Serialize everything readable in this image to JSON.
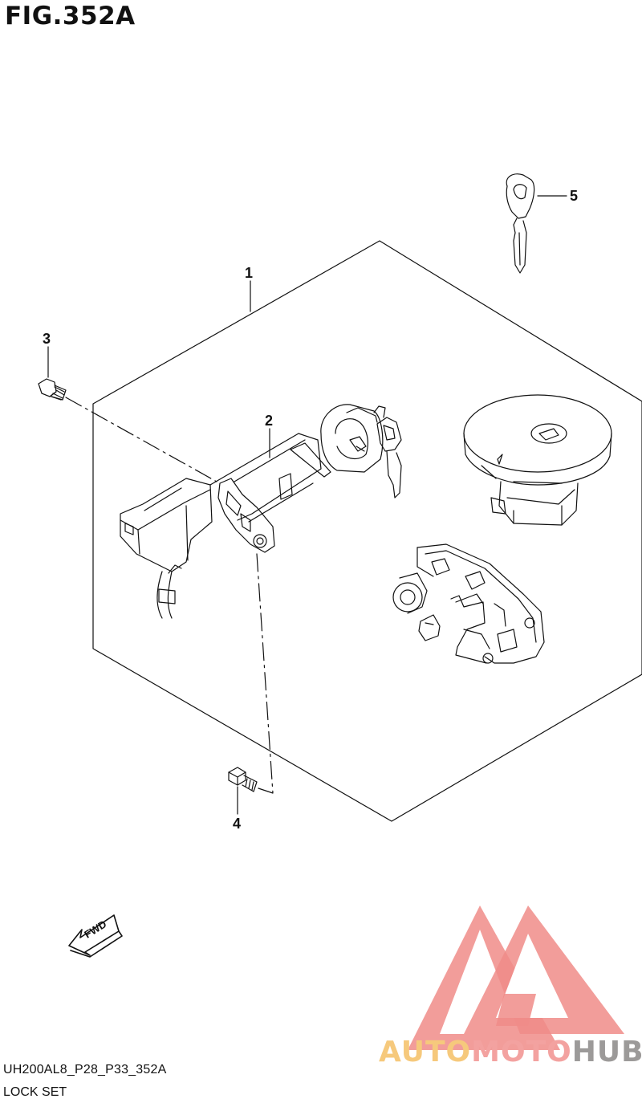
{
  "figure": {
    "title": "FIG.352A",
    "code": "UH200AL8_P28_P33_352A",
    "name": "LOCK SET"
  },
  "callouts": [
    {
      "number": "1",
      "part": "lock-set"
    },
    {
      "number": "2",
      "part": "ignition-switch"
    },
    {
      "number": "3",
      "part": "bolt"
    },
    {
      "number": "4",
      "part": "bolt"
    },
    {
      "number": "5",
      "part": "key"
    }
  ],
  "direction_indicator": {
    "label": "FWD"
  },
  "watermark": {
    "part1": "AUTO",
    "part2": "MOTO",
    "part3": "HUB",
    "colors": {
      "triangle": "#f08c88",
      "auto": "#f6c97c",
      "moto": "#f3a2a0",
      "hub": "#9c9a99"
    }
  },
  "colors": {
    "line": "#111111",
    "background": "#ffffff"
  }
}
